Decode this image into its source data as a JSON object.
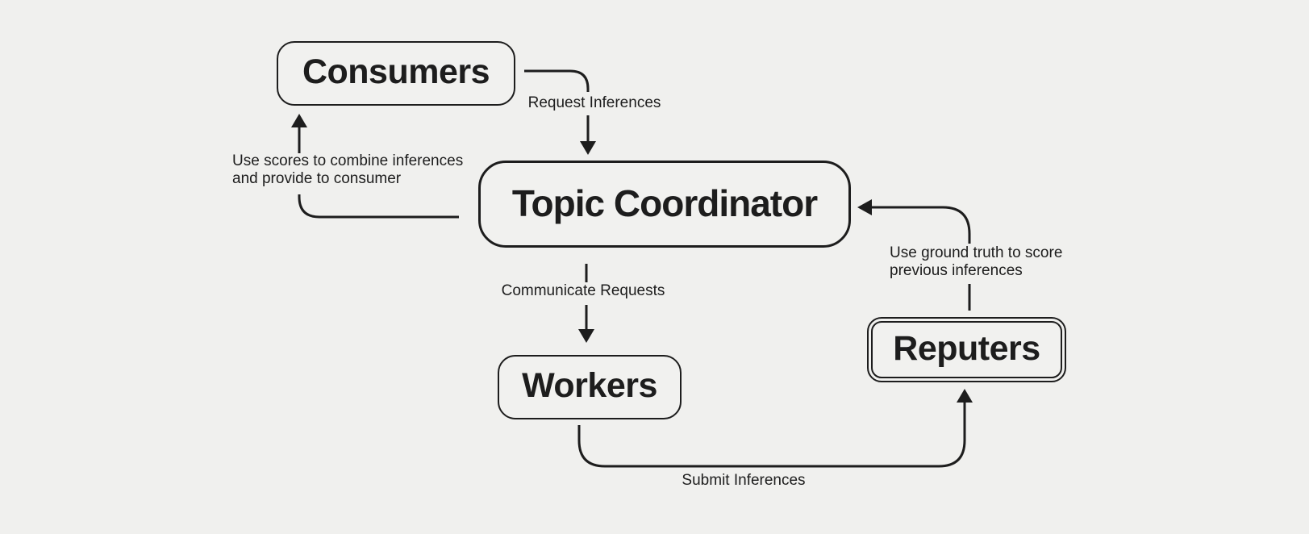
{
  "diagram": {
    "background_color": "#f0f0ee",
    "ink_color": "#1d1d1d",
    "nodes": {
      "consumers": {
        "label": "Consumers"
      },
      "topic_coordinator": {
        "label": "Topic Coordinator"
      },
      "workers": {
        "label": "Workers"
      },
      "reputers": {
        "label": "Reputers"
      }
    },
    "edges": {
      "request_inferences": {
        "label": "Request Inferences",
        "from": "Consumers",
        "to": "Topic Coordinator"
      },
      "use_scores": {
        "lines": [
          "Use scores to combine inferences",
          "and provide to consumer"
        ],
        "from": "Topic Coordinator",
        "to": "Consumers"
      },
      "communicate_requests": {
        "label": "Communicate Requests",
        "from": "Topic Coordinator",
        "to": "Workers"
      },
      "submit_inferences": {
        "label": "Submit Inferences",
        "from": "Workers",
        "to": "Reputers"
      },
      "use_ground_truth": {
        "lines": [
          "Use ground truth to score",
          "previous inferences"
        ],
        "from": "Reputers",
        "to": "Topic Coordinator"
      }
    }
  }
}
